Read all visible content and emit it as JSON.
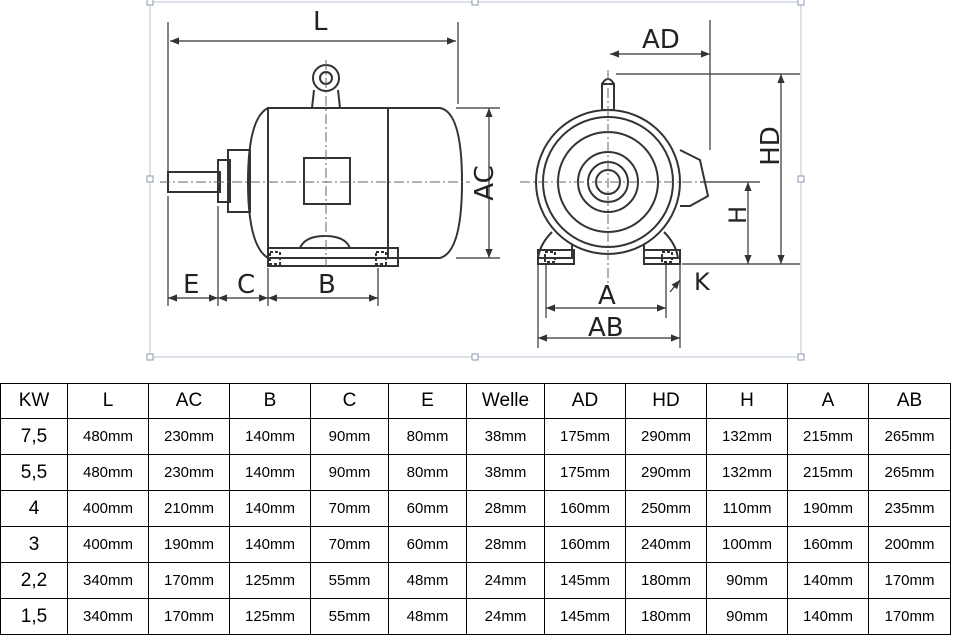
{
  "drawing": {
    "labels": {
      "L": "L",
      "AC": "AC",
      "E": "E",
      "C": "C",
      "B": "B",
      "AD": "AD",
      "HD": "HD",
      "H": "H",
      "K": "K",
      "A": "A",
      "AB": "AB"
    }
  },
  "table": {
    "headers": [
      "KW",
      "L",
      "AC",
      "B",
      "C",
      "E",
      "Welle",
      "AD",
      "HD",
      "H",
      "A",
      "AB"
    ],
    "rows": [
      [
        "7,5",
        "480mm",
        "230mm",
        "140mm",
        "90mm",
        "80mm",
        "38mm",
        "175mm",
        "290mm",
        "132mm",
        "215mm",
        "265mm"
      ],
      [
        "5,5",
        "480mm",
        "230mm",
        "140mm",
        "90mm",
        "80mm",
        "38mm",
        "175mm",
        "290mm",
        "132mm",
        "215mm",
        "265mm"
      ],
      [
        "4",
        "400mm",
        "210mm",
        "140mm",
        "70mm",
        "60mm",
        "28mm",
        "160mm",
        "250mm",
        "110mm",
        "190mm",
        "235mm"
      ],
      [
        "3",
        "400mm",
        "190mm",
        "140mm",
        "70mm",
        "60mm",
        "28mm",
        "160mm",
        "240mm",
        "100mm",
        "160mm",
        "200mm"
      ],
      [
        "2,2",
        "340mm",
        "170mm",
        "125mm",
        "55mm",
        "48mm",
        "24mm",
        "145mm",
        "180mm",
        "90mm",
        "140mm",
        "170mm"
      ],
      [
        "1,5",
        "340mm",
        "170mm",
        "125mm",
        "55mm",
        "48mm",
        "24mm",
        "145mm",
        "180mm",
        "90mm",
        "140mm",
        "170mm"
      ]
    ]
  }
}
